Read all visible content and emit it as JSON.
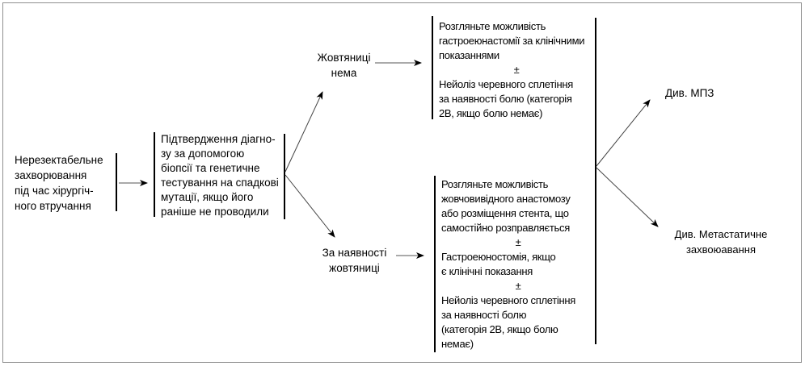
{
  "diagram": {
    "title": "Unresectable pancreatic disease decision flowchart (Ukrainian)",
    "colors": {
      "background": "#ffffff",
      "frame_border": "#8f8f8f",
      "line": "#000000",
      "arrow_shaft": "#555555",
      "text": "#000000"
    },
    "nodes": {
      "unresectable": {
        "text": "Нерезектабельне\nзахворювання\nпід час хірургіч-\nного втручання"
      },
      "confirm": {
        "text": "Підтвердження діагно-\nзу за допомогою\nбіопсії та генетичне\nтестування на спадкові\nмутації, якщо його\nраніше не проводили"
      },
      "no_jaundice_label": {
        "text": "Жовтяниці\nнема"
      },
      "jaundice_label": {
        "text": "За наявності\nжовтяниці"
      },
      "no_jaundice_box": {
        "lines": [
          "Розгляньте можливість",
          "гастроеюнастомії за клінічними",
          "показаннями",
          "±",
          "Нейоліз черевного сплетіння",
          "за наявності болю (категорія",
          "2В, якщо болю немає)"
        ]
      },
      "jaundice_box": {
        "lines": [
          "Розгляньте можливість",
          "жовчовивідного анастомозу",
          "або розміщення стента, що",
          "самостійно розправляється",
          "±",
          "Гастроеюностомія, якщо",
          "є клінічні показання",
          "±",
          "Нейоліз черевного сплетіння",
          "за наявності болю",
          "(категорія 2В, якщо болю",
          "немає)"
        ]
      },
      "see_mpz": {
        "text": "Див. МПЗ"
      },
      "see_metastatic": {
        "text": "Див. Метастатичне\nзахвоюавання"
      }
    }
  }
}
